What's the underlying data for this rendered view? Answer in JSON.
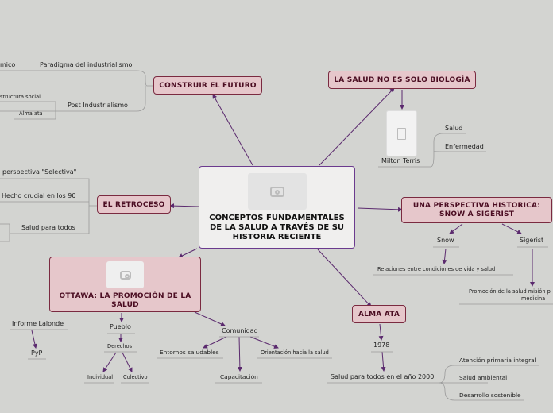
{
  "central": {
    "line1": "CONCEPTOS FUNDAMENTALES",
    "line2": "DE LA SALUD A TRAVÉS DE SU",
    "line3": "HISTORIA RECIENTE",
    "image_icon": "camera-icon"
  },
  "branches": {
    "construir": {
      "title": "CONSTRUIR EL FUTURO",
      "paradigma": "Paradigma del industrialismo",
      "paradigma_left": "mico",
      "post": "Post Industrialismo",
      "estructura": "structura social",
      "alma_ata": "Alma ata"
    },
    "salud_bio": {
      "title": "LA SALUD NO ES SOLO BIOLOGÍA",
      "milton": "Milton Terris",
      "salud": "Salud",
      "enfermedad": "Enfermedad",
      "image_icon": "file-icon"
    },
    "retroceso": {
      "title": "EL RETROCESO",
      "selectiva": "perspectiva \"Selectiva\"",
      "hecho": "Hecho crucial en los 90",
      "salud_todos": "Salud para todos"
    },
    "sigerist": {
      "title_line1": "UNA PERSPECTIVA HISTORICA:",
      "title_line2": "SNOW A SIGERIST",
      "snow": "Snow",
      "sigerist": "Sigerist",
      "relaciones": "Relaciones entre condiciones de vida y salud",
      "promocion_line1": "Promoción de la salud misión p",
      "promocion_line2": "medicina"
    },
    "ottawa": {
      "title_line1": "OTTAWA: LA PROMOCIÓN DE LA",
      "title_line2": "SALUD",
      "informe": "Informe Lalonde",
      "pyp": "PyP",
      "pueblo": "Pueblo",
      "derechos": "Derechos",
      "individual": "Individual",
      "colectivo": "Colectivo",
      "comunidad": "Comunidad",
      "entornos": "Entornos saludables",
      "orientacion": "Orientación hacia la salud",
      "capacitacion": "Capacitación",
      "image_icon": "camera-icon"
    },
    "alma": {
      "title": "ALMA ATA",
      "year": "1978",
      "salud_2000": "Salud para todos en el año 2000",
      "atencion": "Atención primaria integral",
      "ambiental": "Salud ambiental",
      "desarrollo": "Desarrollo sostenible"
    }
  },
  "colors": {
    "line": "#5b2a6e",
    "connector": "#9a9a9a",
    "node_fill": "#e6c7cb",
    "node_border": "#7a2a40",
    "background": "#d3d4d1"
  }
}
